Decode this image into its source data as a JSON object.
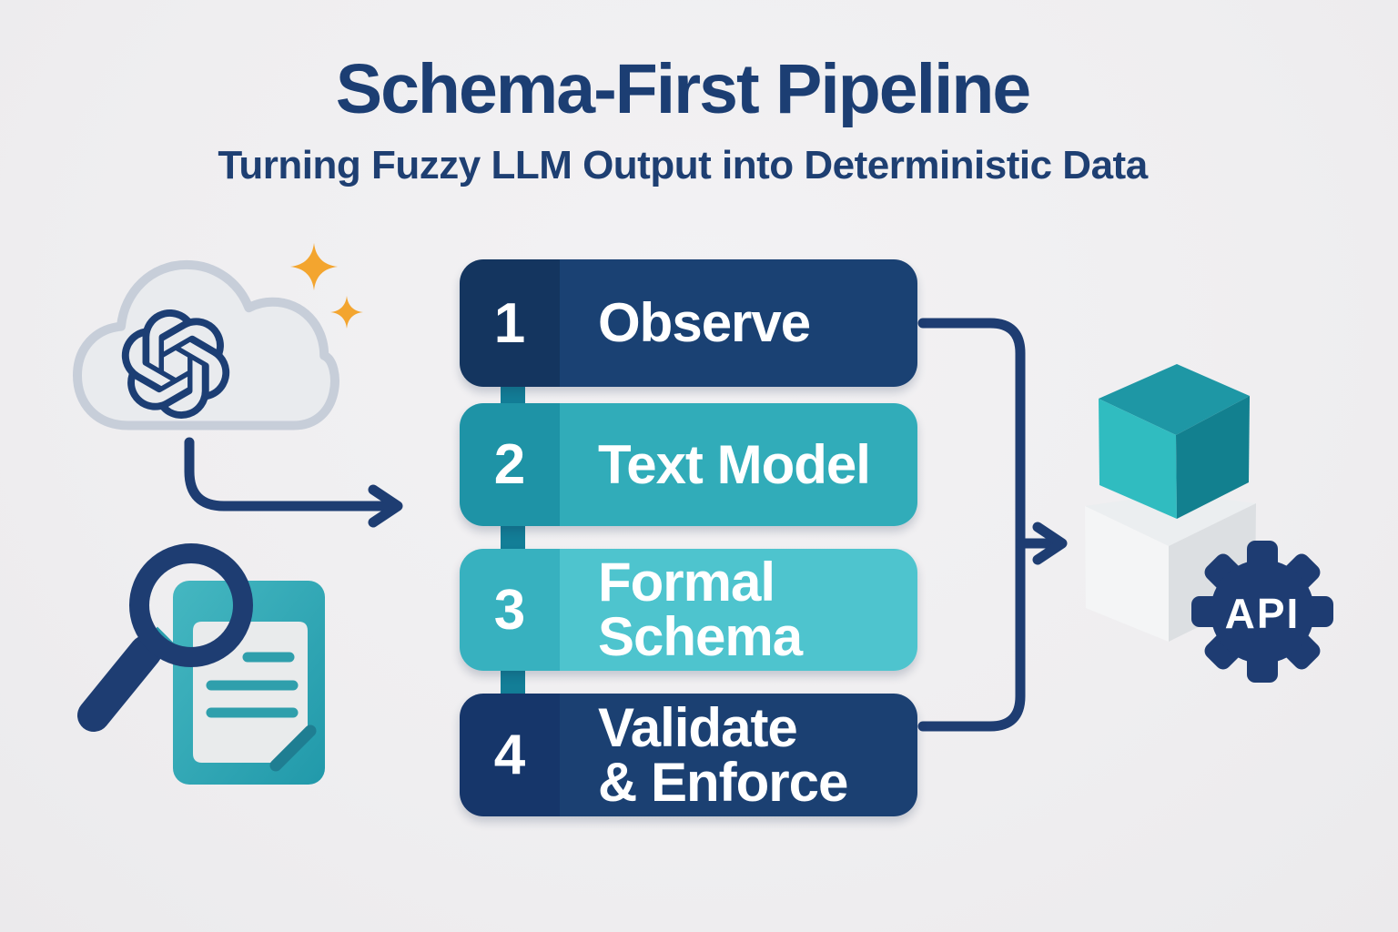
{
  "header": {
    "title": "Schema-First Pipeline",
    "subtitle": "Turning Fuzzy LLM Output into Deterministic Data"
  },
  "pipeline": {
    "steps": [
      {
        "number": "1",
        "label": "Observe"
      },
      {
        "number": "2",
        "label": "Text Model"
      },
      {
        "number": "3",
        "label": "Formal\nSchema"
      },
      {
        "number": "4",
        "label": "Validate\n& Enforce"
      }
    ]
  },
  "output": {
    "gear_label": "API"
  },
  "icons": {
    "left_source": [
      "cloud-icon",
      "openai-logo-icon",
      "sparkles-icon"
    ],
    "left_inspect": [
      "search-icon",
      "document-icon"
    ],
    "right_output": [
      "stacked-cubes-icon",
      "gear-icon"
    ],
    "connectors": [
      "curved-arrow-icon",
      "bracket-arrow-icon"
    ]
  },
  "colors": {
    "background": "#f0eff1",
    "navy": "#1e3d72",
    "navy_box": "#1a4173",
    "teal_box": "#31acb9",
    "teal_light_box": "#4ec4ce",
    "spine_teal": "#137e97",
    "sparkle_orange": "#f3a52f",
    "cloud_fill": "#e9ebee",
    "cube_teal": "#1e97a5",
    "cube_gray": "#ebeef0",
    "text_white": "#ffffff"
  }
}
